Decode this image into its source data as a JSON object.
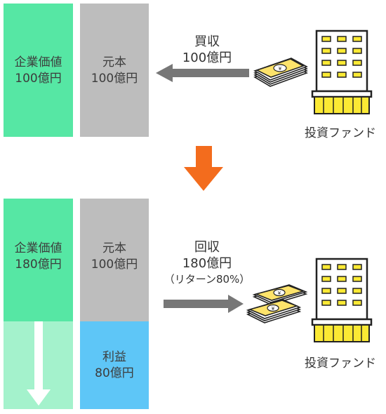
{
  "top": {
    "enterprise_value": {
      "line1": "企業価値",
      "line2": "100億円"
    },
    "principal": {
      "line1": "元本",
      "line2": "100億円"
    },
    "action": {
      "line1": "買収",
      "line2": "100億円"
    },
    "fund_label": "投資ファンド"
  },
  "bottom": {
    "enterprise_value": {
      "line1": "企業価値",
      "line2": "180億円"
    },
    "principal": {
      "line1": "元本",
      "line2": "100億円"
    },
    "profit": {
      "line1": "利益",
      "line2": "80億円"
    },
    "action": {
      "line1": "回収",
      "line2": "180億円",
      "line3": "（リターン80%）"
    },
    "fund_label": "投資ファンド"
  },
  "colors": {
    "green": "#56e7a4",
    "light_green": "#a4f2cc",
    "gray": "#bdbdbd",
    "blue": "#5ec6f7",
    "orange": "#f36c1d",
    "arrow_gray": "#777777",
    "building_yellow": "#fbe934"
  },
  "icons": [
    "banknote-stack-icon",
    "office-building-icon",
    "down-arrow-icon"
  ]
}
